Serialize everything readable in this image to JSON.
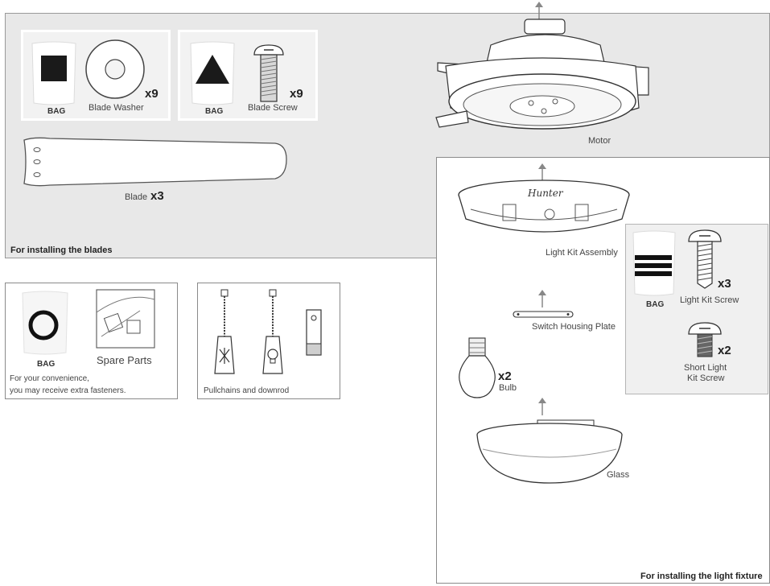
{
  "blades_section": {
    "title": "For installing the blades",
    "washer_bag": {
      "bag": "BAG",
      "label": "Blade Washer",
      "qty": "x9"
    },
    "screw_bag": {
      "bag": "BAG",
      "label": "Blade Screw",
      "qty": "x9"
    },
    "blade": {
      "label": "Blade",
      "qty": "x3"
    },
    "motor": {
      "label": "Motor"
    }
  },
  "spare_section": {
    "bag": "BAG",
    "label": "Spare Parts",
    "note_line1": "For your convenience,",
    "note_line2": "you may receive extra fasteners."
  },
  "pullchain_section": {
    "label": "Pullchains and downrod"
  },
  "light_section": {
    "title": "For installing the light fixture",
    "light_kit_assembly": "Light Kit Assembly",
    "brand_logo": "Hunter",
    "switch_plate": "Switch Housing Plate",
    "bulb": {
      "label": "Bulb",
      "qty": "x2"
    },
    "glass": "Glass",
    "hardware": {
      "bag": "BAG",
      "screw_label": "Light Kit Screw",
      "screw_qty": "x3",
      "short_screw_line1": "Short Light",
      "short_screw_line2": "Kit Screw",
      "short_screw_qty": "x2"
    }
  }
}
